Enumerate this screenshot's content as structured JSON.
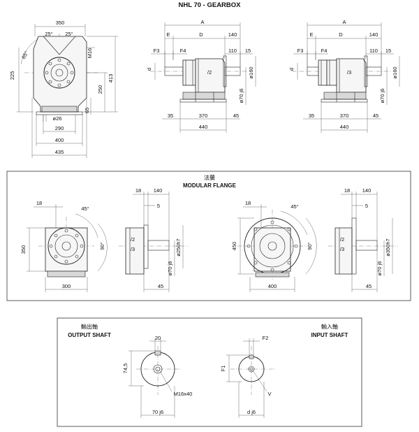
{
  "title": "NHL 70 - GEARBOX",
  "top": {
    "left_view": {
      "dims": [
        "350",
        "25°",
        "25°",
        "65°",
        "M16",
        "225",
        "250",
        "413",
        "65",
        "ø26",
        "290",
        "400",
        "435"
      ]
    },
    "mid_view": {
      "dims": [
        "A",
        "E",
        "D",
        "140",
        "F3",
        "F4",
        "110",
        "15",
        "d",
        "/2",
        "ø160",
        "ø70 j6",
        "35",
        "370",
        "45",
        "440"
      ]
    },
    "right_view": {
      "dims": [
        "A",
        "E",
        "D",
        "140",
        "F3",
        "F4",
        "110",
        "15",
        "d",
        "/3",
        "ø160",
        "ø70 j6",
        "35",
        "370",
        "45",
        "440"
      ]
    }
  },
  "flange": {
    "title_cn": "法蘭",
    "title_en": "MODULAR FLANGE",
    "small_front": {
      "dims": [
        "18",
        "45°",
        "350",
        "90°",
        "300"
      ]
    },
    "small_side": {
      "dims": [
        "18",
        "140",
        "5",
        "/2",
        "/3",
        "ø250h7",
        "ø70 j6",
        "45"
      ]
    },
    "large_front": {
      "dims": [
        "18",
        "45°",
        "450",
        "90°",
        "400"
      ]
    },
    "large_side": {
      "dims": [
        "18",
        "140",
        "5",
        "/2",
        "/3",
        "ø350h7",
        "ø70 j6",
        "45"
      ]
    }
  },
  "shafts": {
    "output": {
      "title_cn": "輸出軸",
      "title_en": "OUTPUT SHAFT",
      "dims": [
        "20",
        "74,5",
        "M16x40",
        "70 j6"
      ]
    },
    "input": {
      "title_cn": "輸入軸",
      "title_en": "INPUT SHAFT",
      "dims": [
        "F2",
        "F1",
        "V",
        "d j6"
      ]
    }
  }
}
